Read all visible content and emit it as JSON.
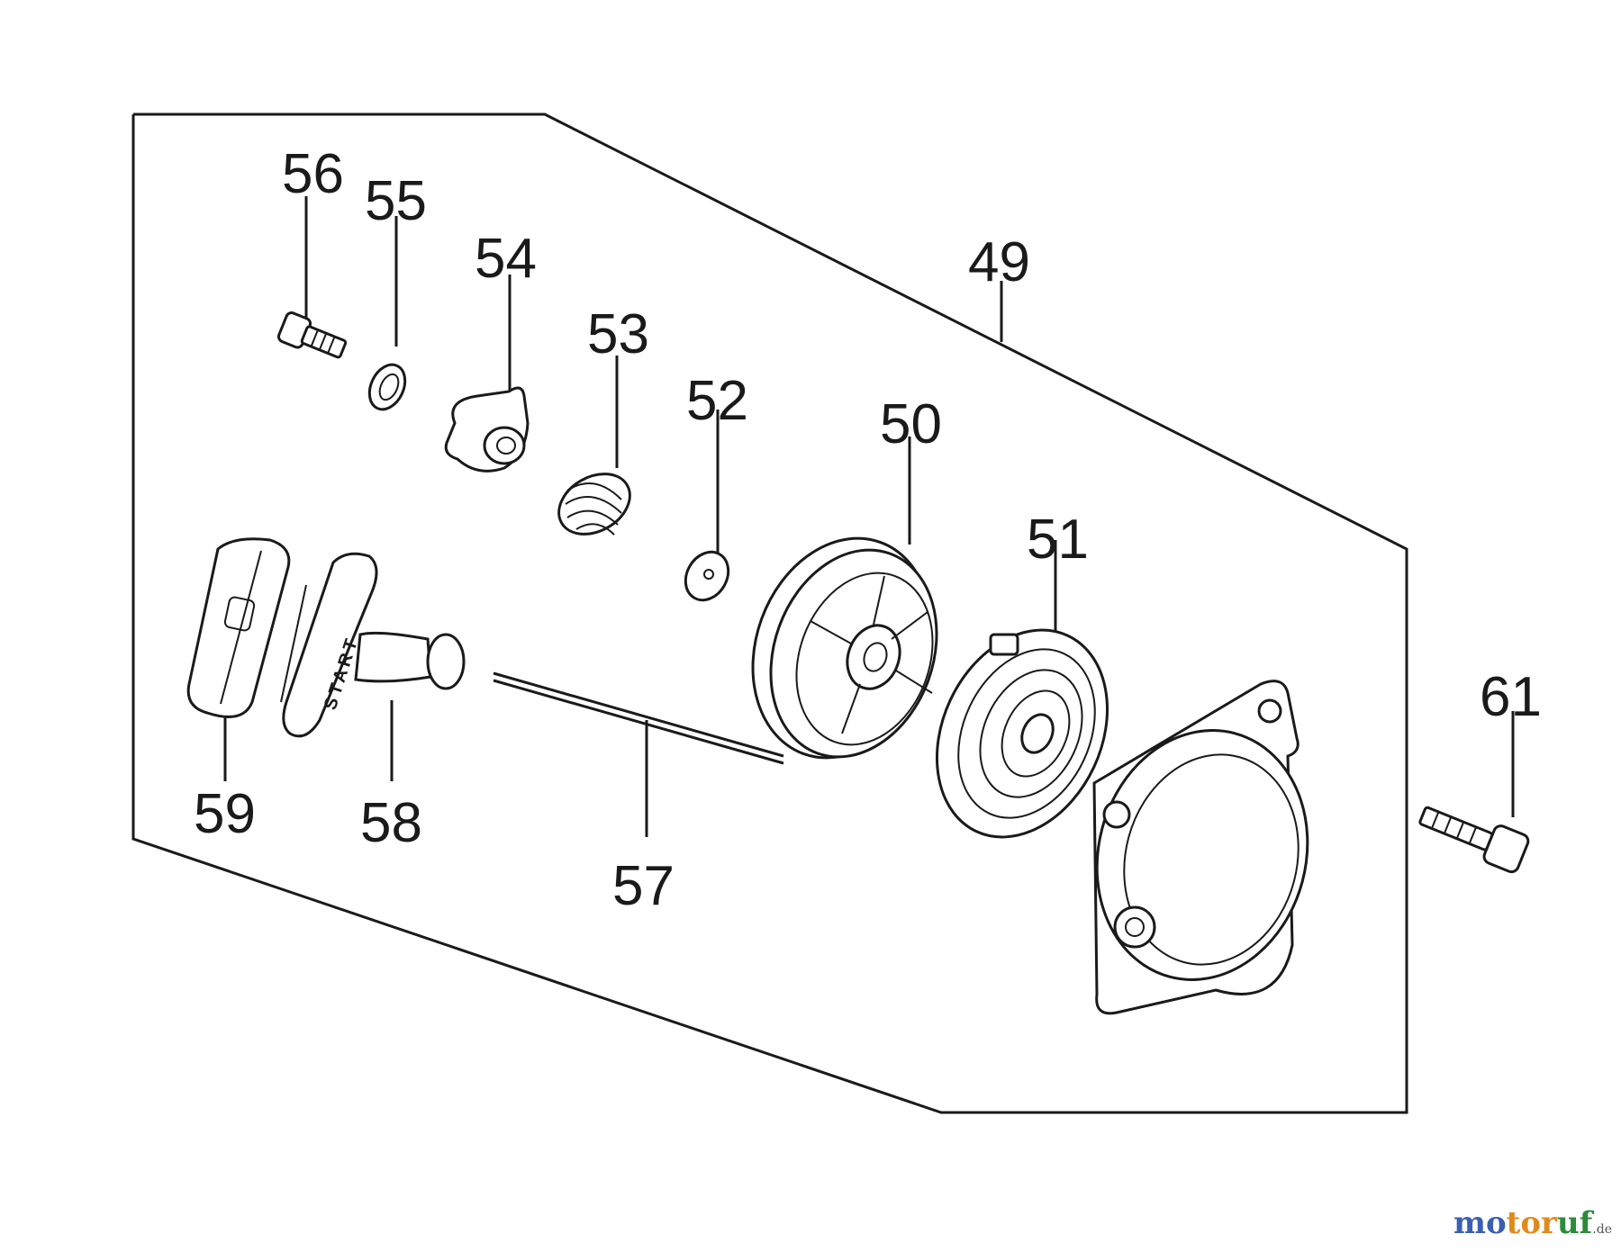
{
  "diagram": {
    "callouts": {
      "c49": "49",
      "c50": "50",
      "c51": "51",
      "c52": "52",
      "c53": "53",
      "c54": "54",
      "c55": "55",
      "c56": "56",
      "c57": "57",
      "c58": "58",
      "c59": "59",
      "c61": "61"
    },
    "handle_text": "START"
  },
  "watermark": {
    "part1": "mo",
    "part2": "tor",
    "part3": "uf",
    "tld": ".de"
  }
}
